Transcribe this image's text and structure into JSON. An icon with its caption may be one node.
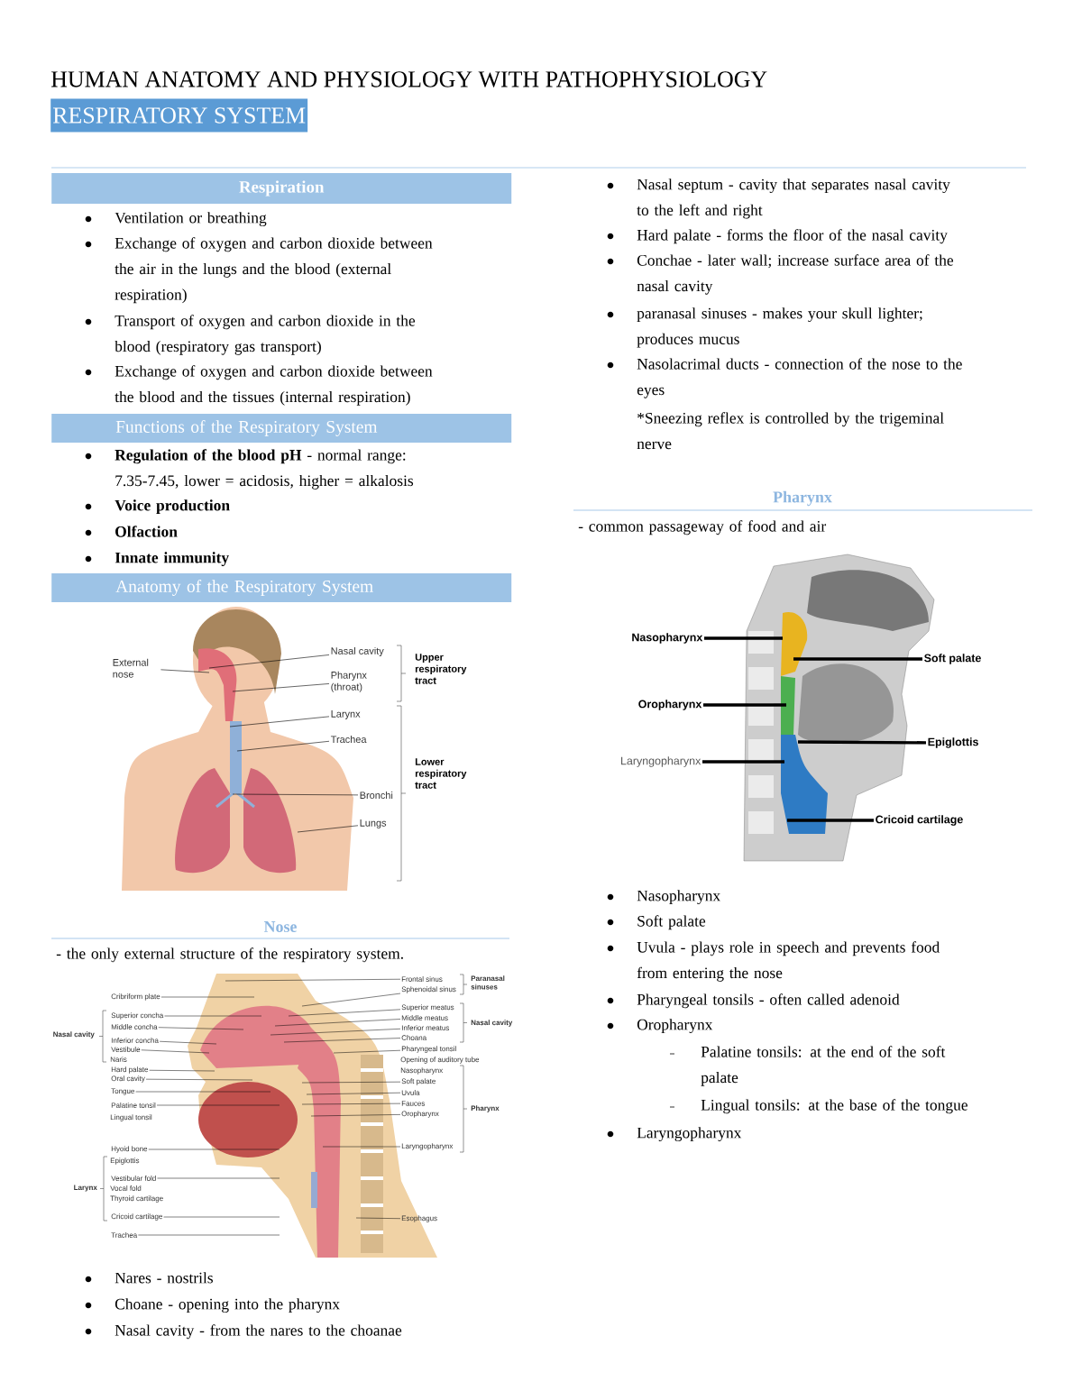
{
  "diagram": {
    "title": "HUMAN ANATOMY AND PHYSIOLOGY WITH PATHOPHYSIOLOGY",
    "nodes": [
      {
        "text": [
          "RESPIRATORY SYSTEM"
        ]
      },
      {
        "text": [
          "Respiration"
        ]
      },
      {
        "text": [
          "Functions of the Respiratory System"
        ]
      },
      {
        "text": [
          "Anatomy of the Respiratory System"
        ]
      },
      {
        "text": [
          "External nose"
        ]
      },
      {
        "text": [
          "Nasal cavity"
        ]
      },
      {
        "text": [
          "Pharynx (throat)"
        ]
      },
      {
        "text": [
          "Larynx"
        ]
      },
      {
        "text": [
          "Trachea"
        ]
      },
      {
        "text": [
          "Bronchi"
        ]
      },
      {
        "text": [
          "Lungs"
        ]
      },
      {
        "text": [
          "Cribriform plate"
        ]
      },
      {
        "text": [
          "Superior concha"
        ]
      },
      {
        "text": [
          "Middle concha"
        ]
      },
      {
        "text": [
          "Inferior concha"
        ]
      },
      {
        "text": [
          "Vestibule"
        ]
      },
      {
        "text": [
          "Hard palate"
        ]
      },
      {
        "text": [
          "Oral cavity"
        ]
      },
      {
        "text": [
          "Tongue"
        ]
      },
      {
        "text": [
          "Palatine tonsil"
        ]
      },
      {
        "text": [
          "Hyoid bone"
        ]
      },
      {
        "text": [
          "Vestibular fold"
        ]
      },
      {
        "text": [
          "Cricoid cartilage"
        ]
      },
      {
        "text": [
          "Trachea"
        ]
      },
      {
        "text": [
          "Frontal sinus"
        ]
      },
      {
        "text": [
          "Sphenoidal sinus"
        ]
      },
      {
        "text": [
          "Superior meatus"
        ]
      },
      {
        "text": [
          "Middle meatus"
        ]
      },
      {
        "text": [
          "Inferior meatus"
        ]
      },
      {
        "text": [
          "Choana"
        ]
      },
      {
        "text": [
          "Pharyngeal tonsil"
        ]
      },
      {
        "text": [
          "Soft palate"
        ]
      },
      {
        "text": [
          "Uvula"
        ]
      },
      {
        "text": [
          "Fauces"
        ]
      },
      {
        "text": [
          "Oropharynx"
        ]
      },
      {
        "text": [
          "Laryngopharynx"
        ]
      },
      {
        "text": [
          "Esophagus"
        ]
      },
      {
        "text": [
          "Nasopharynx"
        ]
      },
      {
        "text": [
          "Soft palate"
        ]
      },
      {
        "text": [
          "Oropharynx"
        ]
      },
      {
        "text": [
          "Epiglottis"
        ]
      },
      {
        "text": [
          "Laryngopharynx"
        ]
      },
      {
        "text": [
          "Cricoid cartilage"
        ]
      }
    ],
    "edges": [
      {
        "from": 4,
        "to": null,
        "arrow": "none"
      },
      {
        "from": 5,
        "to": null,
        "arrow": "none"
      },
      {
        "from": 6,
        "to": null,
        "arrow": "none"
      },
      {
        "from": 7,
        "to": null,
        "arrow": "none"
      },
      {
        "from": 8,
        "to": null,
        "arrow": "none"
      },
      {
        "from": 9,
        "to": null,
        "arrow": "none"
      },
      {
        "from": 10,
        "to": null,
        "arrow": "none"
      },
      {
        "from": 11,
        "to": null,
        "arrow": "none"
      },
      {
        "from": 12,
        "to": null,
        "arrow": "none"
      },
      {
        "from": 13,
        "to": null,
        "arrow": "none"
      },
      {
        "from": 14,
        "to": null,
        "arrow": "none"
      },
      {
        "from": 15,
        "to": null,
        "arrow": "none"
      },
      {
        "from": 16,
        "to": null,
        "arrow": "none"
      },
      {
        "from": 17,
        "to": null,
        "arrow": "none"
      },
      {
        "from": 18,
        "to": null,
        "arrow": "none"
      },
      {
        "from": 19,
        "to": null,
        "arrow": "none"
      },
      {
        "from": 20,
        "to": null,
        "arrow": "none"
      },
      {
        "from": 21,
        "to": null,
        "arrow": "none"
      },
      {
        "from": 22,
        "to": null,
        "arrow": "none"
      },
      {
        "from": 23,
        "to": null,
        "arrow": "none"
      },
      {
        "from": 24,
        "to": null,
        "arrow": "none"
      },
      {
        "from": 25,
        "to": null,
        "arrow": "none"
      },
      {
        "from": 26,
        "to": null,
        "arrow": "none"
      },
      {
        "from": 27,
        "to": null,
        "arrow": "none"
      },
      {
        "from": 28,
        "to": null,
        "arrow": "none"
      },
      {
        "from": 29,
        "to": null,
        "arrow": "none"
      },
      {
        "from": 30,
        "to": null,
        "arrow": "none"
      },
      {
        "from": 31,
        "to": null,
        "arrow": "none"
      },
      {
        "from": 32,
        "to": null,
        "arrow": "none"
      },
      {
        "from": 33,
        "to": null,
        "arrow": "none"
      },
      {
        "from": 34,
        "to": null,
        "arrow": "none"
      },
      {
        "from": 35,
        "to": null,
        "arrow": "none"
      },
      {
        "from": 36,
        "to": null,
        "arrow": "none"
      },
      {
        "from": 37,
        "to": null,
        "arrow": "none",
        "style": "thick"
      },
      {
        "from": 38,
        "to": null,
        "arrow": "none",
        "style": "thick"
      },
      {
        "from": 39,
        "to": null,
        "arrow": "none",
        "style": "thick"
      },
      {
        "from": 40,
        "to": null,
        "arrow": "none",
        "style": "thick"
      },
      {
        "from": 41,
        "to": null,
        "arrow": "none",
        "style": "thick"
      },
      {
        "from": 42,
        "to": null,
        "arrow": "none",
        "style": "thick"
      }
    ],
    "labels": [
      "Ventilation or breathing",
      "Exchange of oxygen and carbon dioxide between the air in the lungs and the blood (external respiration)",
      "Transport of oxygen and carbon dioxide in the blood (respiratory gas transport)",
      "Exchange of oxygen and carbon dioxide between the blood and the tissues (internal respiration)",
      "**Regulation of the blood pH** - normal range: 7.35-7.45, lower = acidosis, higher = alkalosis",
      "Voice production",
      "Olfaction",
      "Innate immunity",
      "Upper respiratory tract",
      "Lower respiratory tract",
      "Nose",
      "- the only external structure of the respiratory system.",
      "Nasal cavity",
      "Naris",
      "Lingual tonsil",
      "Epiglottis",
      "Vocal fold",
      "Thyroid cartilage",
      "Larynx",
      "Paranasal sinuses",
      "Nasal cavity",
      "Opening of auditory tube",
      "Nasopharynx",
      "Pharynx",
      "Nares - nostrils",
      "Choane - opening into the pharynx",
      "Nasal cavity - from the nares to the choanae",
      "Nasal septum - cavity that separates nasal cavity to the left and right",
      "Hard palate - forms the floor of the nasal cavity",
      "Conchae - later wall; increase surface area of the nasal cavity",
      "paranasal sinuses - makes your skull lighter; produces mucus",
      "Nasolacrimal ducts - connection of the nose to the eyes",
      "*Sneezing reflex is controlled by the trigeminal nerve",
      "Pharynx",
      "- common passageway of food and air",
      "Nasopharynx",
      "Soft palate",
      "Uvula - plays role in speech and prevents food from entering the nose",
      "Pharyngeal tonsils - often called adenoid",
      "Oropharynx",
      "Palatine tonsils: at the end of the soft palate",
      "Lingual tonsils: at the base of the tongue",
      "Laryngopharynx"
    ]
  }
}
